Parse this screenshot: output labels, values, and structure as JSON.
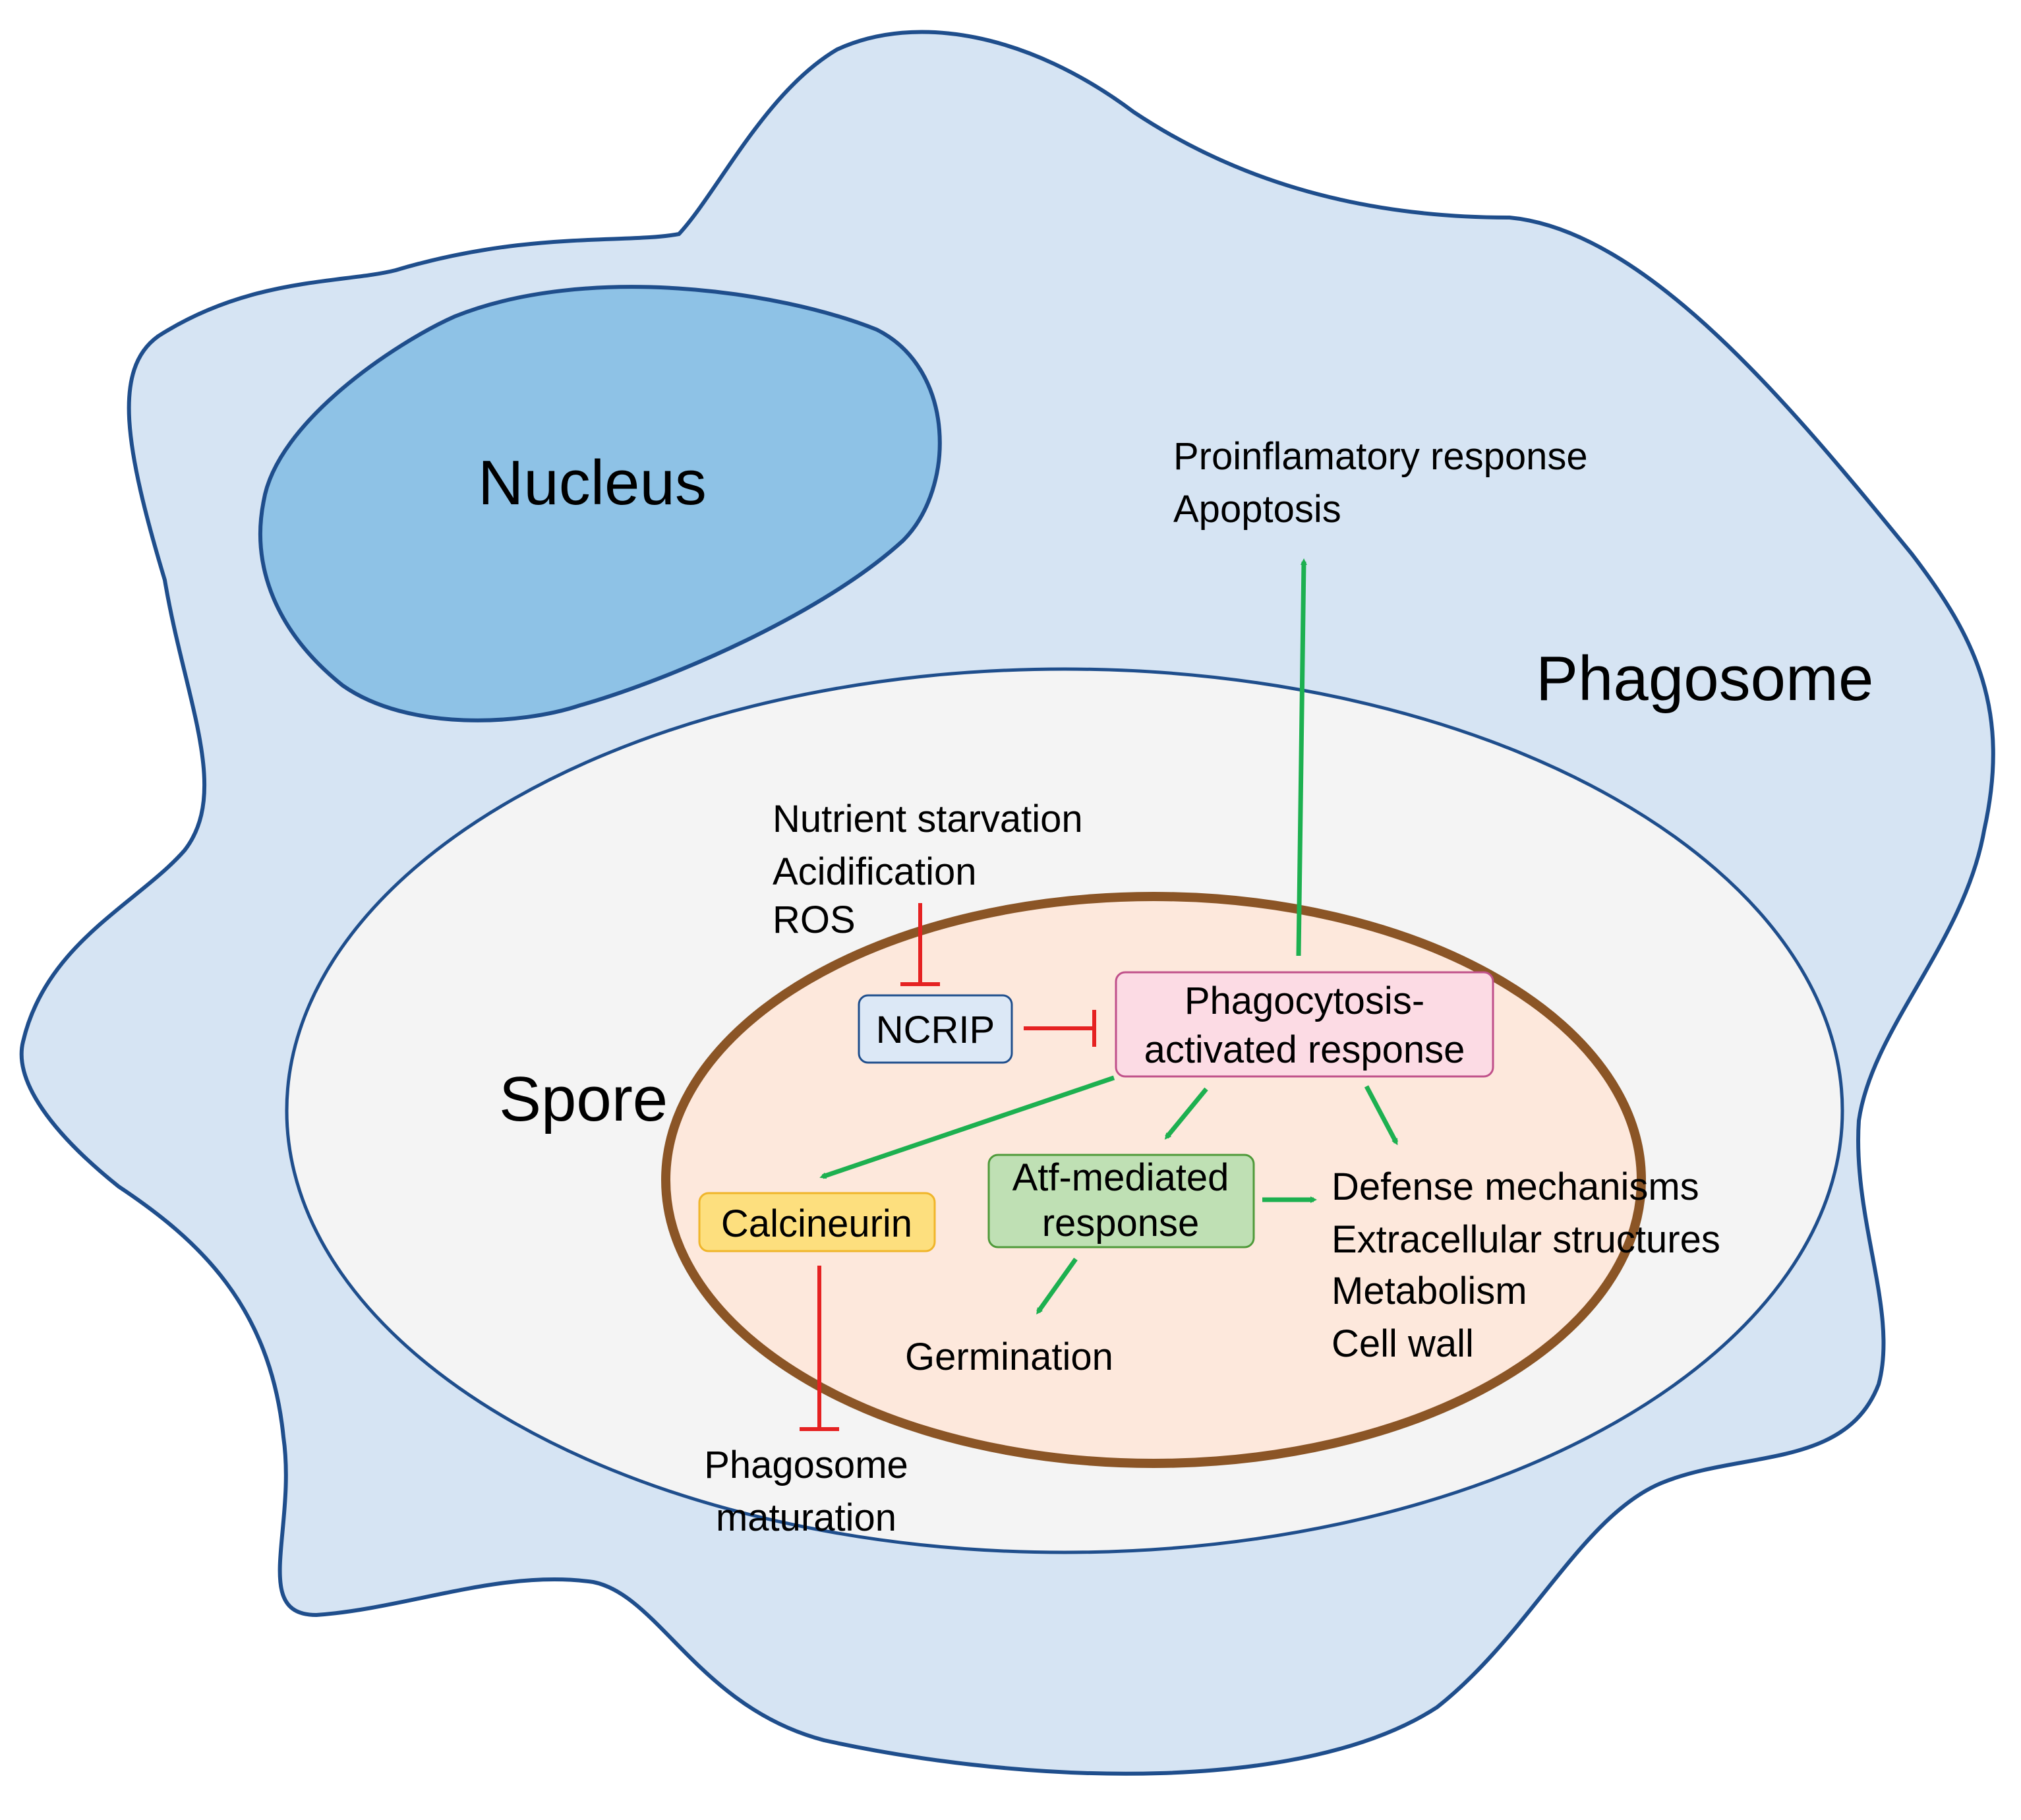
{
  "labels": {
    "nucleus": "Nucleus",
    "phagosome": "Phagosome",
    "spore": "Spore"
  },
  "outcomes": {
    "host_line1": "Proinflamatory response",
    "host_line2": "Apoptosis",
    "stress_line1": "Nutrient starvation",
    "stress_line2": "Acidification",
    "stress_line3": "ROS",
    "germination": "Germination",
    "maturation_line1": "Phagosome",
    "maturation_line2": "maturation",
    "targets_line1": "Defense mechanisms",
    "targets_line2": "Extracellular structures",
    "targets_line3": "Metabolism",
    "targets_line4": "Cell wall"
  },
  "nodes": {
    "ncrip": "NCRIP",
    "par_line1": "Phagocytosis-",
    "par_line2": "activated response",
    "calcineurin": "Calcineurin",
    "atf_line1": "Atf-mediated",
    "atf_line2": "response"
  },
  "colors": {
    "cell_fill": "#d6e4f3",
    "cell_stroke": "#1f4e8c",
    "nucleus_fill": "#8ec2e6",
    "phagosome_fill": "#f4f4f4",
    "spore_fill": "#fde8dc",
    "spore_stroke": "#8b5526",
    "activation": "#1db050",
    "inhibition": "#e52222",
    "ncrip_fill": "#dce8f6",
    "par_fill": "#fcdbe4",
    "par_stroke": "#c0508a",
    "calcineurin_fill": "#fddf7e",
    "calcineurin_stroke": "#f0b52a",
    "atf_fill": "#bfe0b4",
    "atf_stroke": "#4f9a3a"
  }
}
